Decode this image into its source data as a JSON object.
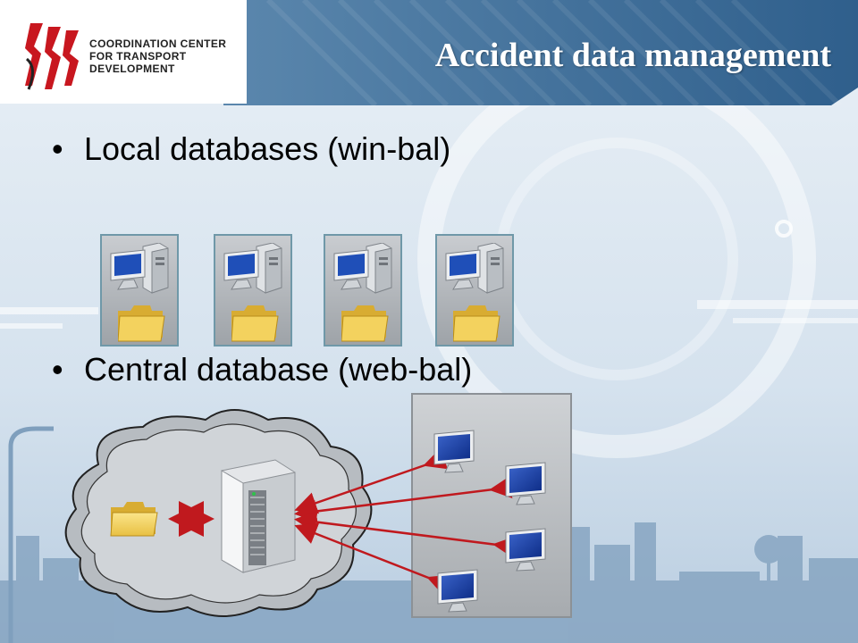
{
  "logo": {
    "line1": "COORDINATION CENTER",
    "line2": "FOR TRANSPORT",
    "line3": "DEVELOPMENT"
  },
  "title": "Accident data management",
  "bullets": [
    {
      "text": "Local databases (win-bal)"
    },
    {
      "text": "Central database (web-bal)"
    }
  ],
  "icons": {
    "local_workstation": "desktop-computer-icon",
    "local_folder": "folder-icon",
    "server": "server-icon",
    "client": "monitor-icon"
  },
  "colors": {
    "header_blue": "#3f6c96",
    "title": "#ffffff",
    "arrow": "#c0191e",
    "folder": "#f3d25e"
  }
}
